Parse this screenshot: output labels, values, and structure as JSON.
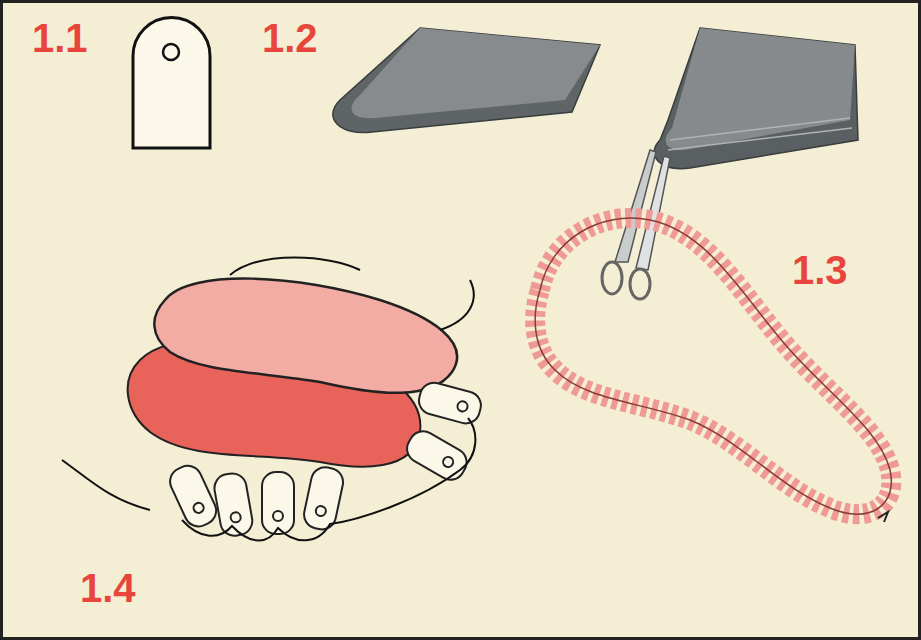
{
  "diagram": {
    "labels": [
      "1.1",
      "1.2",
      "1.3",
      "1.4"
    ]
  }
}
